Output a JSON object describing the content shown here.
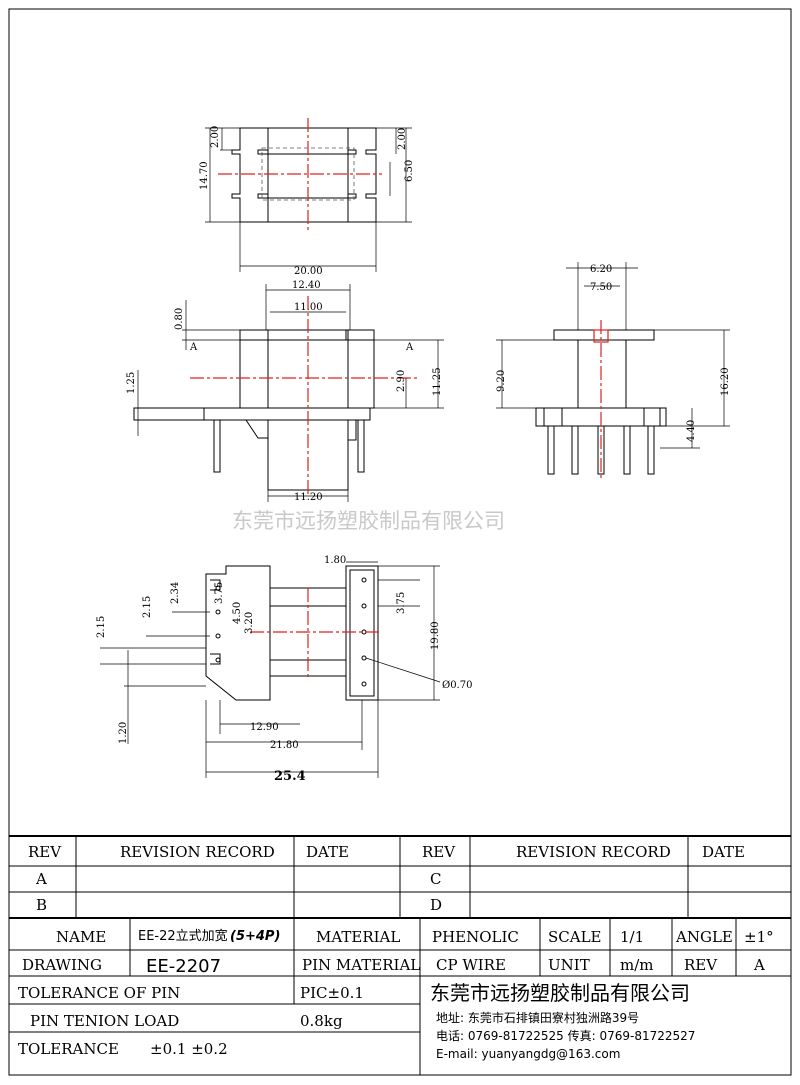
{
  "dimensions": {
    "top_h1": "2.00",
    "top_h2": "14.70",
    "top_r1": "2.00",
    "top_r2": "6.50",
    "top_w": "20.00",
    "front_w1": "12.40",
    "front_w2": "11.00",
    "front_h1": "0.80",
    "front_h2": "1.25",
    "front_h3": "2.90",
    "front_h4": "11.25",
    "front_bw": "11.20",
    "section_a": "A",
    "side_w1": "6.20",
    "side_w2": "7.50",
    "side_h1": "9.20",
    "side_h2": "16.20",
    "side_h3": "4.40",
    "bot_a": "1.80",
    "bot_b": "2.34",
    "bot_c": "2.15",
    "bot_d": "2.15",
    "bot_e": "3.75",
    "bot_f": "4.50",
    "bot_g": "3.20",
    "bot_h": "3.75",
    "bot_i": "19.80",
    "bot_j": "Ø0.70",
    "bot_k": "1.20",
    "bot_l": "12.90",
    "bot_m": "21.80",
    "bot_n": "25.4"
  },
  "watermark": "东莞市远扬塑胶制品有限公司",
  "title_block": {
    "rev_header": "REV",
    "revision_record": "REVISION RECORD",
    "date_header": "DATE",
    "rev_a": "A",
    "rev_b": "B",
    "rev_c": "C",
    "rev_d": "D",
    "name_label": "NAME",
    "name_value": "EE-22立式加宽",
    "name_value_bold": "(5+4P)",
    "material_label": "MATERIAL",
    "material_value": "PHENOLIC",
    "scale_label": "SCALE",
    "scale_value": "1/1",
    "angle_label": "ANGLE",
    "angle_value": "±1°",
    "drawing_label": "DRAWING",
    "drawing_value": "EE-2207",
    "pin_material_label": "PIN MATERIAL",
    "pin_material_value": "CP WIRE",
    "unit_label": "UNIT",
    "unit_value": "m/m",
    "rev_label": "REV",
    "rev_value": "A",
    "tol_pin_label": "TOLERANCE OF PIN",
    "tol_pin_value": "PIC±0.1",
    "pin_load_label": "PIN TENION LOAD",
    "pin_load_value": "0.8kg",
    "tolerance_label": "TOLERANCE",
    "tolerance_value": "±0.1  ±0.2",
    "company_name": "东莞市远扬塑胶制品有限公司",
    "company_address": "地址: 东莞市石排镇田寮村独洲路39号",
    "company_phone": "电话: 0769-81722525  传真: 0769-81722527",
    "company_email": "E-mail: yuanyangdg@163.com"
  }
}
